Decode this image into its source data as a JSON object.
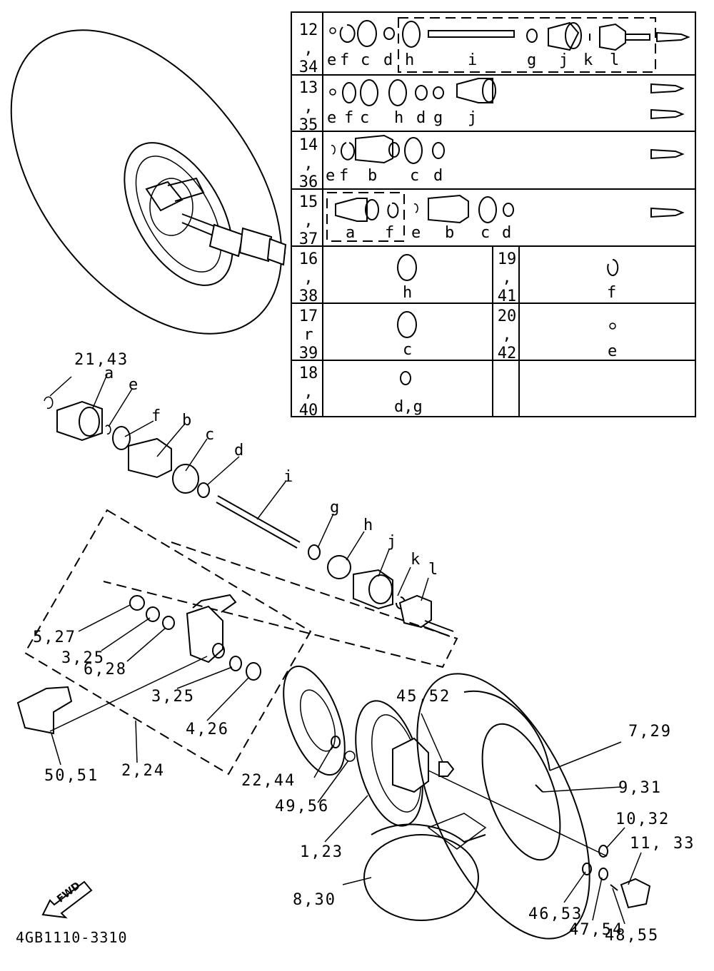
{
  "diagram_code": "4GB1110-3310",
  "fwd_label": "FWD",
  "table": {
    "rows": [
      {
        "num_top": "12",
        "sep": ",",
        "num_bottom": "34",
        "letters": [
          "e",
          "f",
          "c",
          "d",
          "h",
          "i",
          "g",
          "j",
          "k",
          "l"
        ]
      },
      {
        "num_top": "13",
        "sep": ",",
        "num_bottom": "35",
        "letters": [
          "e",
          "f",
          "c",
          "h",
          "d",
          "g",
          "j"
        ]
      },
      {
        "num_top": "14",
        "sep": ",",
        "num_bottom": "36",
        "letters": [
          "e",
          "f",
          "b",
          "c",
          "d"
        ]
      },
      {
        "num_top": "15",
        "sep": ",",
        "num_bottom": "37",
        "letters": [
          "a",
          "f",
          "e",
          "b",
          "c",
          "d"
        ]
      }
    ],
    "pairs": [
      {
        "left": {
          "num_top": "16",
          "sep": ",",
          "num_bottom": "38",
          "letter": "h"
        },
        "right": {
          "num_top": "19",
          "sep": ",",
          "num_bottom": "41",
          "letter": "f"
        }
      },
      {
        "left": {
          "num_top": "17",
          "sep": "r",
          "num_bottom": "39",
          "letter": "c"
        },
        "right": {
          "num_top": "20",
          "sep": ",",
          "num_bottom": "42",
          "letter": "e"
        }
      },
      {
        "left": {
          "num_top": "18",
          "sep": ",",
          "num_bottom": "40",
          "letter": "d,g"
        }
      }
    ]
  },
  "exploded": {
    "header_label": "21,43",
    "letters": [
      "a",
      "e",
      "f",
      "b",
      "c",
      "d",
      "i",
      "g",
      "h",
      "j",
      "k",
      "l"
    ]
  },
  "callouts": [
    "5,27",
    "3,25",
    "6,28",
    "3,25",
    "4,26",
    "50,51",
    "2,24",
    "22,44",
    "49,56",
    "45,52",
    "1,23",
    "7,29",
    "9,31",
    "10,32",
    "11, 33",
    "8,30",
    "46,53",
    "47,54",
    "48,55"
  ]
}
